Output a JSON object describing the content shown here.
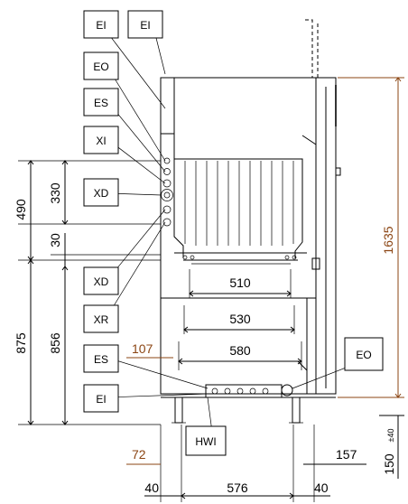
{
  "labels": {
    "ei_top_left": "EI",
    "ei_top_right": "EI",
    "eo_top": "EO",
    "es_top": "ES",
    "xi": "XI",
    "xd_top": "XD",
    "xd_mid": "XD",
    "xr": "XR",
    "es_bottom": "ES",
    "ei_bottom": "EI",
    "eo_right": "EO",
    "hwi": "HWI"
  },
  "dimensions": {
    "d490": "490",
    "d330": "330",
    "d30": "30",
    "d875": "875",
    "d856": "856",
    "d1635": "1635",
    "d510": "510",
    "d530": "530",
    "d580": "580",
    "d107": "107",
    "d72": "72",
    "d157": "157",
    "d150": "150",
    "d150_tol": "±40",
    "d40_left": "40",
    "d576": "576",
    "d40_right": "40"
  },
  "colors": {
    "line": "#000000",
    "accent": "#8b4513"
  }
}
